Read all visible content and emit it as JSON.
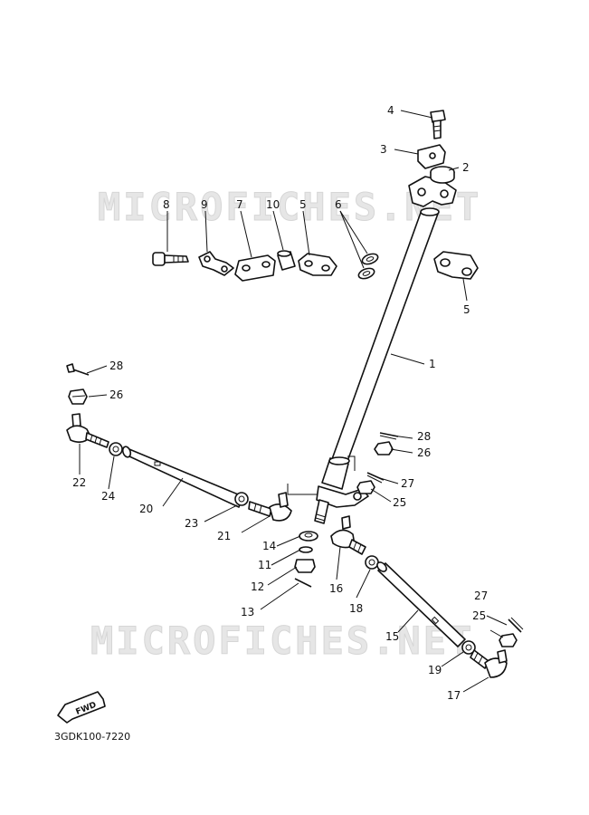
{
  "watermark": {
    "top": "MICROFICHES.NET",
    "bottom": "MICROFICHES.NET"
  },
  "diagram_code": "3GDK100-7220",
  "fwd_label": "FWD",
  "callouts": {
    "c1": "1",
    "c2": "2",
    "c3": "3",
    "c4": "4",
    "c5a": "5",
    "c5b": "5",
    "c6": "6",
    "c7": "7",
    "c8": "8",
    "c9": "9",
    "c10": "10",
    "c11": "11",
    "c12": "12",
    "c13": "13",
    "c14": "14",
    "c15": "15",
    "c16": "16",
    "c17": "17",
    "c18": "18",
    "c19": "19",
    "c20": "20",
    "c21": "21",
    "c22": "22",
    "c23": "23",
    "c24": "24",
    "c25a": "25",
    "c25b": "25",
    "c26a": "26",
    "c26b": "26",
    "c27a": "27",
    "c27b": "27",
    "c28a": "28",
    "c28b": "28"
  }
}
